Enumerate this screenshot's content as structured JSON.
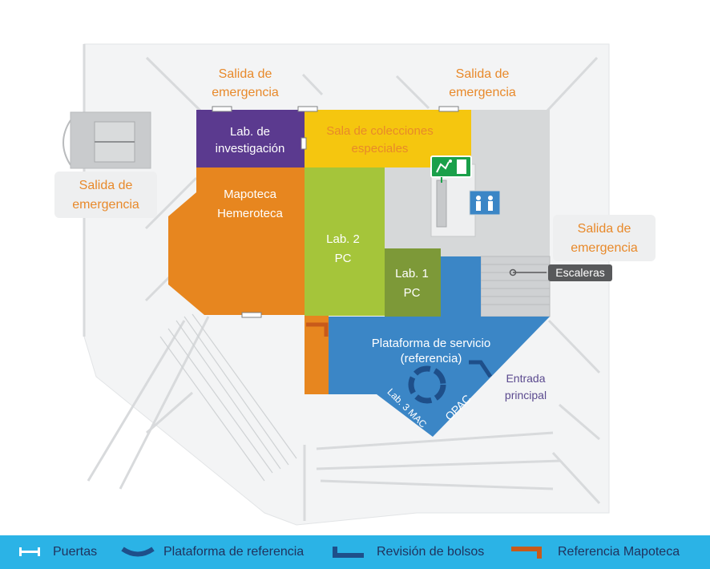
{
  "rooms": {
    "lab_investigacion": {
      "line1": "Lab. de",
      "line2": "investigación",
      "color": "#5b3a8f"
    },
    "sala_colecciones": {
      "line1": "Sala de colecciones",
      "line2": "especiales",
      "color": "#f5c60f",
      "text_color": "#e8892a"
    },
    "mapoteca": {
      "line1": "Mapoteca",
      "line2": "Hemeroteca",
      "color": "#e7861f"
    },
    "lab2": {
      "line1": "Lab. 2",
      "line2": "PC",
      "color": "#a5c53a"
    },
    "lab1": {
      "line1": "Lab. 1",
      "line2": "PC",
      "color": "#7d9938"
    },
    "plataforma": {
      "line1": "Plataforma de servicio",
      "line2": "(referencia)",
      "color": "#3b86c6"
    },
    "lab3": {
      "label": "Lab. 3 MAC"
    },
    "opac": {
      "label": "OPAC"
    }
  },
  "exits": {
    "top_left": {
      "line1": "Salida de",
      "line2": "emergencia"
    },
    "top_right": {
      "line1": "Salida de",
      "line2": "emergencia"
    },
    "left": {
      "line1": "Salida de",
      "line2": "emergencia"
    },
    "right": {
      "line1": "Salida de",
      "line2": "emergencia"
    }
  },
  "markers": {
    "escaleras": "Escaleras",
    "entrada": {
      "line1": "Entrada",
      "line2": "principal"
    }
  },
  "legend": {
    "puertas": "Puertas",
    "plataforma": "Plataforma de referencia",
    "revision": "Revisión de bolsos",
    "referencia_mapoteca": "Referencia Mapoteca"
  },
  "colors": {
    "legend_bg": "#2bb3e6",
    "building_gray": "#d6d8d9",
    "outline_gray": "#f2f3f4",
    "exit_orange": "#e8892a",
    "emergency_green": "#1aa04a"
  },
  "icons": {
    "emergency_exit": "emergency-exit-sign-icon",
    "elevator": "elevator-icon",
    "door": "door-icon"
  }
}
